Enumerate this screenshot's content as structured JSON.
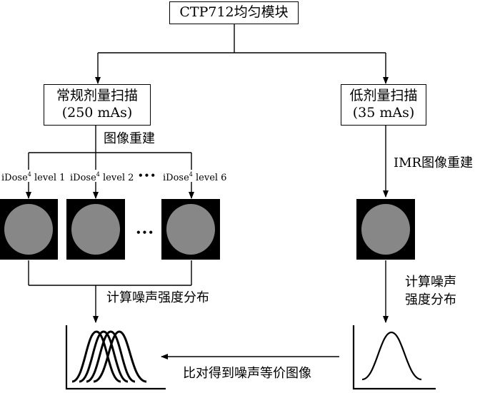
{
  "top_box": {
    "label": "CTP712均匀模块"
  },
  "left_box": {
    "line1": "常规剂量扫描",
    "line2": "(250 mAs)"
  },
  "right_box": {
    "line1": "低剂量扫描",
    "line2": "(35 mAs)"
  },
  "left_recon_label": "图像重建",
  "right_recon_label": "IMR图像重建",
  "idose_labels": [
    {
      "prefix": "iDose",
      "sup": "4",
      "suffix": " level 1"
    },
    {
      "prefix": "iDose",
      "sup": "4",
      "suffix": " level 2"
    },
    {
      "prefix": "iDose",
      "sup": "4",
      "suffix": " level 6"
    }
  ],
  "ellipsis": "•••",
  "left_calc_label": "计算噪声强度分布",
  "right_calc_line1": "计算噪声",
  "right_calc_line2": "强度分布",
  "compare_label": "比对得到噪声等价图像"
}
